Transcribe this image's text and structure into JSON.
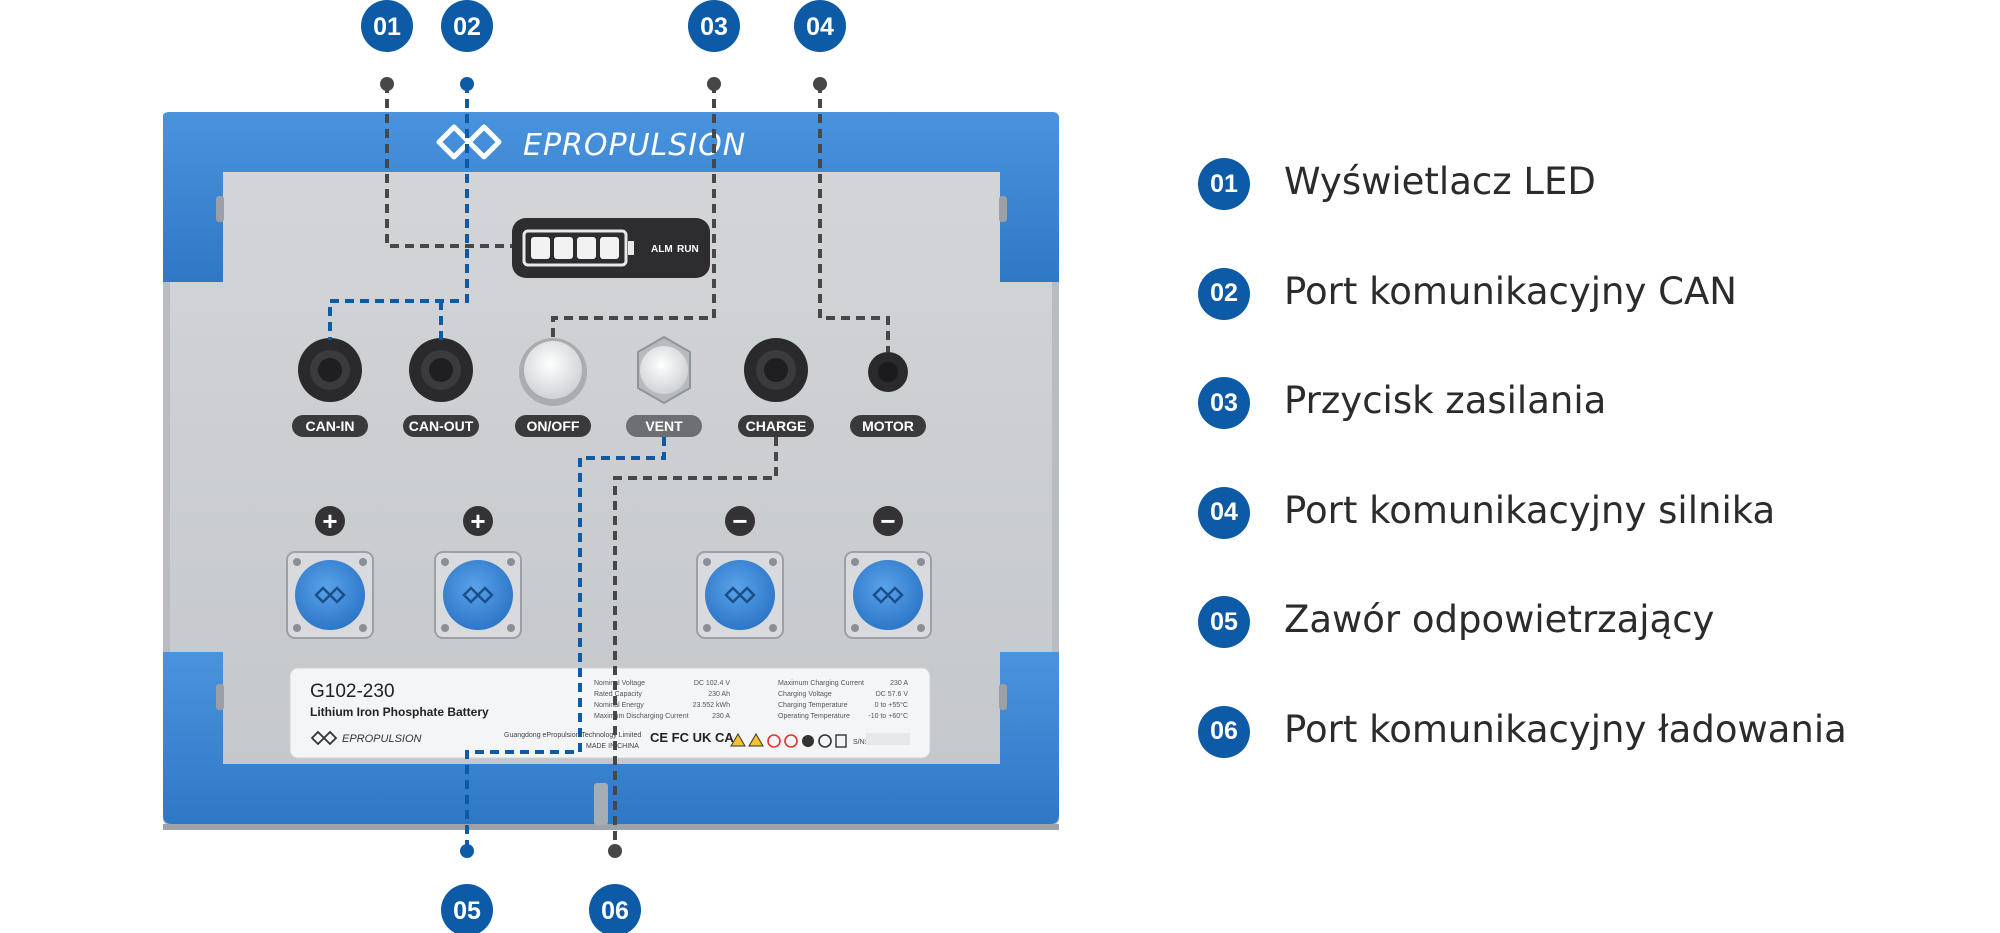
{
  "brand": "EPROPULSION",
  "led_indicators": [
    "ALM",
    "RUN"
  ],
  "ports": [
    {
      "label": "CAN-IN"
    },
    {
      "label": "CAN-OUT"
    },
    {
      "label": "ON/OFF"
    },
    {
      "label": "VENT"
    },
    {
      "label": "CHARGE"
    },
    {
      "label": "MOTOR"
    }
  ],
  "terminals": [
    "+",
    "+",
    "−",
    "−"
  ],
  "nameplate": {
    "model": "G102-230",
    "type": "Lithium Iron Phosphate Battery",
    "brand": "EPROPULSION",
    "manufacturer": "Guangdong ePropulsion Technology Limited",
    "made_in": "MADE IN CHINA",
    "specs_left": [
      {
        "name": "Nominal Voltage",
        "value": "DC 102.4 V"
      },
      {
        "name": "Rated Capacity",
        "value": "230 Ah"
      },
      {
        "name": "Nominal Energy",
        "value": "23.552 kWh"
      },
      {
        "name": "Maximum Discharging Current",
        "value": "230 A"
      }
    ],
    "specs_right": [
      {
        "name": "Maximum Charging Current",
        "value": "230 A"
      },
      {
        "name": "Charging Voltage",
        "value": "DC 57.6 V"
      },
      {
        "name": "Charging Temperature",
        "value": "0 to +55°C"
      },
      {
        "name": "Operating Temperature",
        "value": "-10 to +60°C"
      }
    ],
    "marks": "CE FC UK CA",
    "serial_label": "S/N:"
  },
  "callouts": [
    {
      "number": "01",
      "label": "Wyświetlacz LED"
    },
    {
      "number": "02",
      "label": "Port komunikacyjny CAN"
    },
    {
      "number": "03",
      "label": "Przycisk zasilania"
    },
    {
      "number": "04",
      "label": "Port komunikacyjny silnika"
    },
    {
      "number": "05",
      "label": "Zawór odpowietrzający"
    },
    {
      "number": "06",
      "label": "Port komunikacyjny ładowania"
    }
  ],
  "colors": {
    "accent_blue": "#0d5ba6",
    "frame_blue": "#3a86d4",
    "panel_grey": "#c9ccd0",
    "dark_line": "#474747"
  }
}
